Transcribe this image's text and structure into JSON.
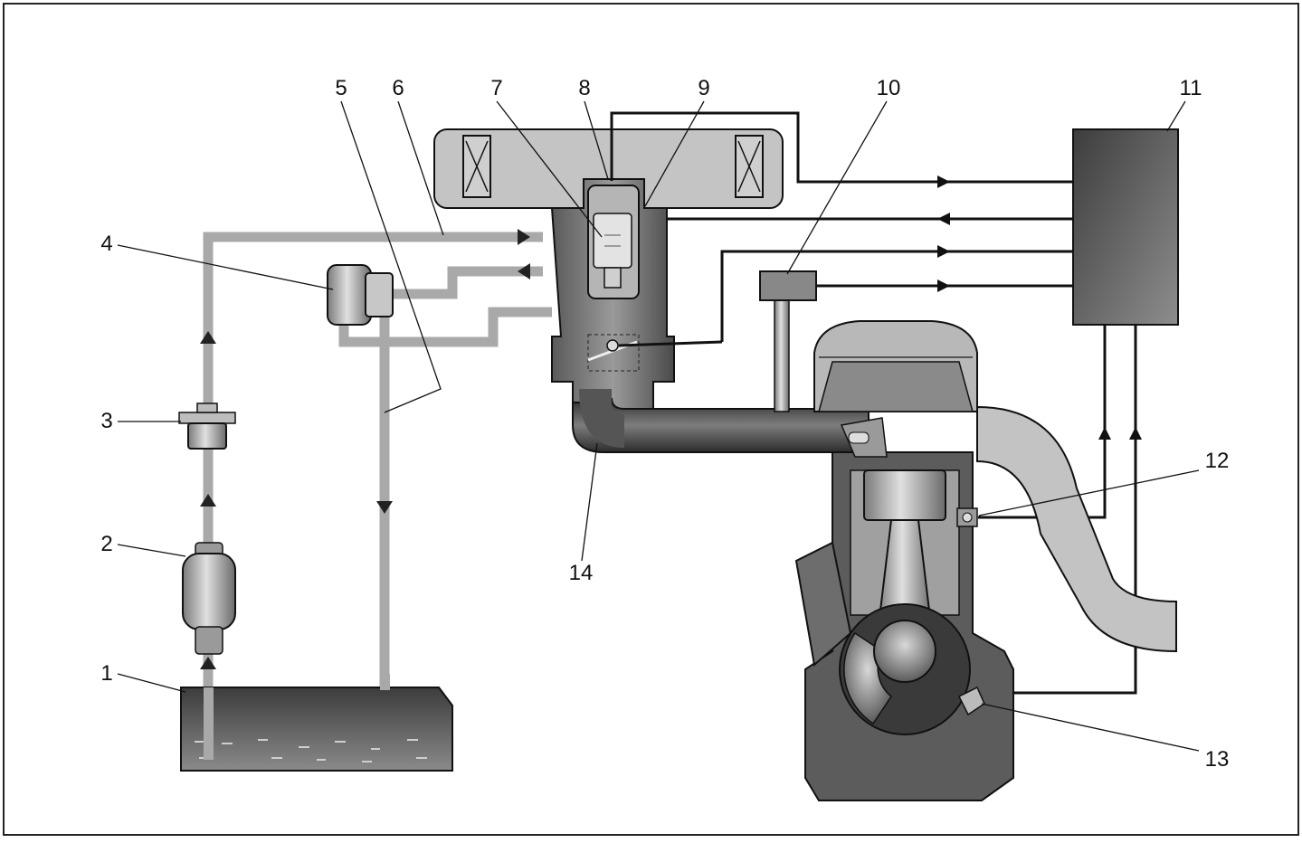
{
  "diagram": {
    "labels": {
      "l1": "1",
      "l2": "2",
      "l3": "3",
      "l4": "4",
      "l5": "5",
      "l6": "6",
      "l7": "7",
      "l8": "8",
      "l9": "9",
      "l10": "10",
      "l11": "11",
      "l12": "12",
      "l13": "13",
      "l14": "14"
    },
    "colors": {
      "pipe": "#a9a9a9",
      "frame": "#222222",
      "body_dark": "#3f3f3f",
      "body_mid": "#7b7b7b",
      "body_light": "#bdbdbd",
      "control_unit": "#555555",
      "wire": "#111111"
    },
    "icons": {
      "fuel-tank": "tank",
      "fuel-pump": "pump",
      "fuel-filter": "filter",
      "pressure-regulator": "regulator",
      "injector": "injector",
      "throttle-body": "throttle",
      "control-unit": "ecu",
      "air-filter": "air-filter",
      "engine-block": "engine"
    }
  }
}
